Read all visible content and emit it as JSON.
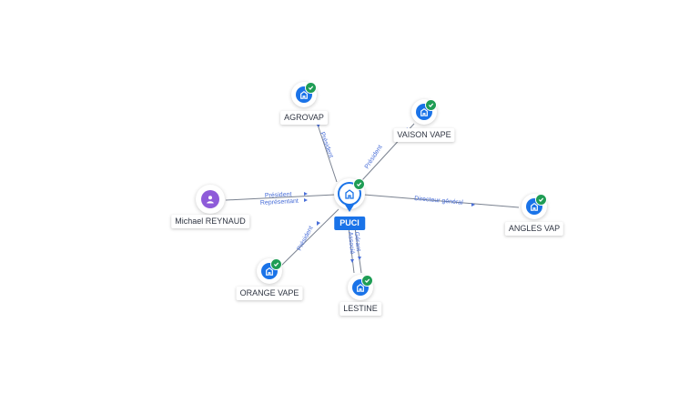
{
  "colors": {
    "accent": "#1a73e8",
    "verified": "#1f9d55",
    "person": "#8e5bd9",
    "edge": "#7a8290",
    "edge_label": "#4a6fd8"
  },
  "center": {
    "name": "PUCI",
    "icon": "company-building-icon",
    "verified": true
  },
  "nodes": {
    "agrovap": {
      "name": "AGROVAP",
      "icon": "company-building-icon",
      "verified": true
    },
    "vaison": {
      "name": "VAISON VAPE",
      "icon": "company-building-icon",
      "verified": true
    },
    "michael": {
      "name": "Michael REYNAUD",
      "icon": "person-icon",
      "verified": false
    },
    "angles": {
      "name": "ANGLES VAP",
      "icon": "company-building-icon",
      "verified": true
    },
    "orange": {
      "name": "ORANGE VAPE",
      "icon": "company-building-icon",
      "verified": true
    },
    "lestine": {
      "name": "LESTINE",
      "icon": "company-building-icon",
      "verified": true
    }
  },
  "edges": {
    "agrovap": "Président",
    "vaison": "Président",
    "michael_1": "Président",
    "michael_2": "Représentant",
    "angles": "Directeur général",
    "orange": "Président",
    "lestine_1": "Gérant",
    "lestine_2": "Associé"
  }
}
